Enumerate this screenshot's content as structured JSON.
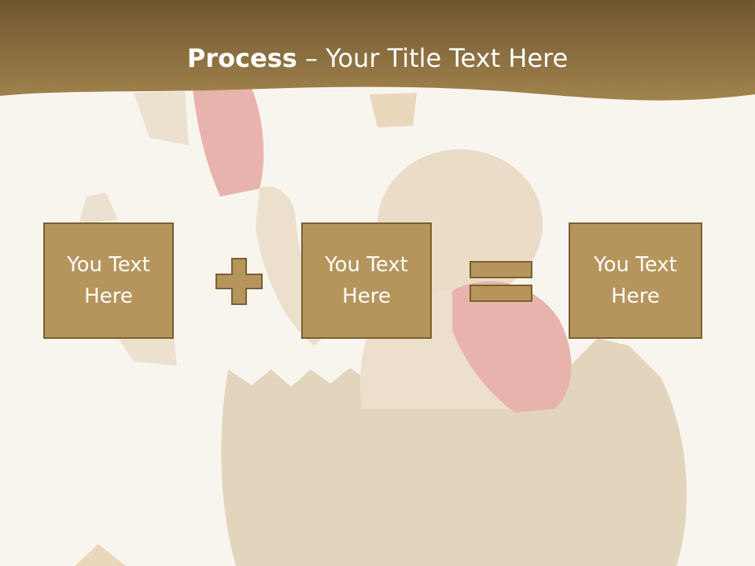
{
  "slide": {
    "title_bold": "Process",
    "title_rest": " – Your Title Text Here"
  },
  "boxes": [
    {
      "text": "You Text Here"
    },
    {
      "text": "You Text Here"
    },
    {
      "text": "You Text Here"
    }
  ],
  "operators": [
    "plus-icon",
    "equals-icon"
  ],
  "colors": {
    "header": "#9c7d49",
    "box_fill": "#b6955c",
    "box_border": "#7a5f2f",
    "background": "#f8f5ef"
  }
}
